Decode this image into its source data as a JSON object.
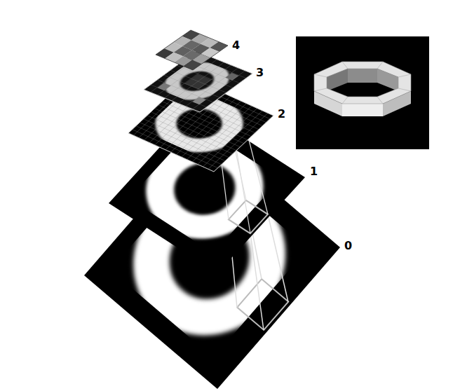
{
  "diagram": {
    "labels": [
      "4",
      "3",
      "2",
      "1",
      "0"
    ]
  }
}
